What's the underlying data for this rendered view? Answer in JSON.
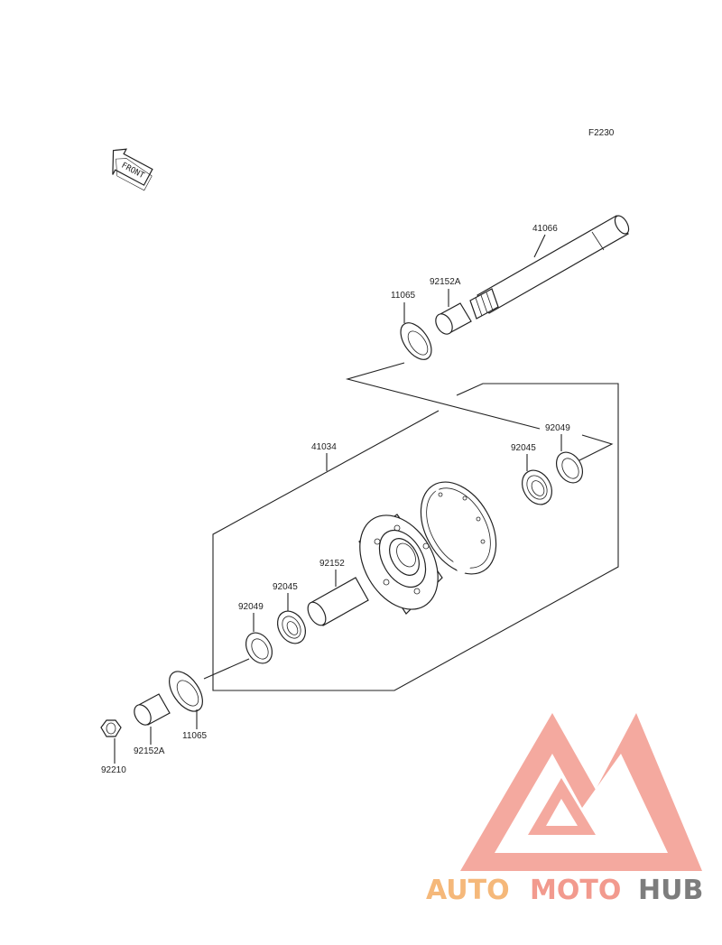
{
  "diagram": {
    "code": "F2230",
    "front_label": "FRONT",
    "parts": {
      "axle": "41066",
      "collar_right": "92152A",
      "seal_right": "11065",
      "hub_assembly": "41034",
      "oil_seal_right": "92049",
      "bearing_right": "92045",
      "spacer": "92152",
      "bearing_left": "92045",
      "oil_seal_left": "92049",
      "seal_left": "11065",
      "collar_left": "92152A",
      "nut": "92210"
    }
  },
  "watermark": {
    "word_part1": "AUTO",
    "word_part2": "MOTO",
    "word_part3": "HUB",
    "color_orange": "#f5b87a",
    "color_red": "#f29a8e",
    "color_grey": "#7d7d7d"
  }
}
